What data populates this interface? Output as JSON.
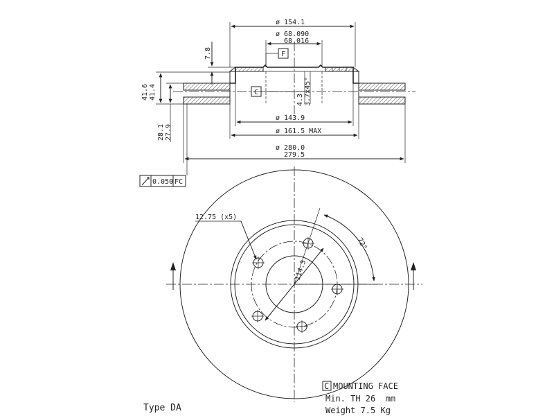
{
  "section": {
    "outer_top_diameter": "ø 154.1",
    "bore_upper": "ø 68.090",
    "bore_lower": "68.016",
    "depth_7_8": "7.8",
    "height_upper": "41.6",
    "height_lower": "41.4",
    "chamfer_a": "4.3",
    "chamfer_b": "3.7x45°",
    "datum_f": "F",
    "datum_c": "C",
    "thickness_upper": "28.1",
    "thickness_lower": "27.9",
    "inner_diameter": "ø 143.9",
    "hub_max_diameter": "ø 161.5 MAX",
    "disc_diameter_upper": "ø 280.0",
    "disc_diameter_lower": "279.5",
    "runout_value": "0.050",
    "runout_ref": "FC"
  },
  "front_view": {
    "bolt_holes": "12.75 (x5)",
    "pcd": "114.3",
    "angle": "72°"
  },
  "notes": {
    "mounting_box": "C",
    "mounting_face": "MOUNTING FACE",
    "min_thickness": "Min. TH 26  mm",
    "weight": "Weight 7.5 Kg",
    "type": "Type DA"
  }
}
